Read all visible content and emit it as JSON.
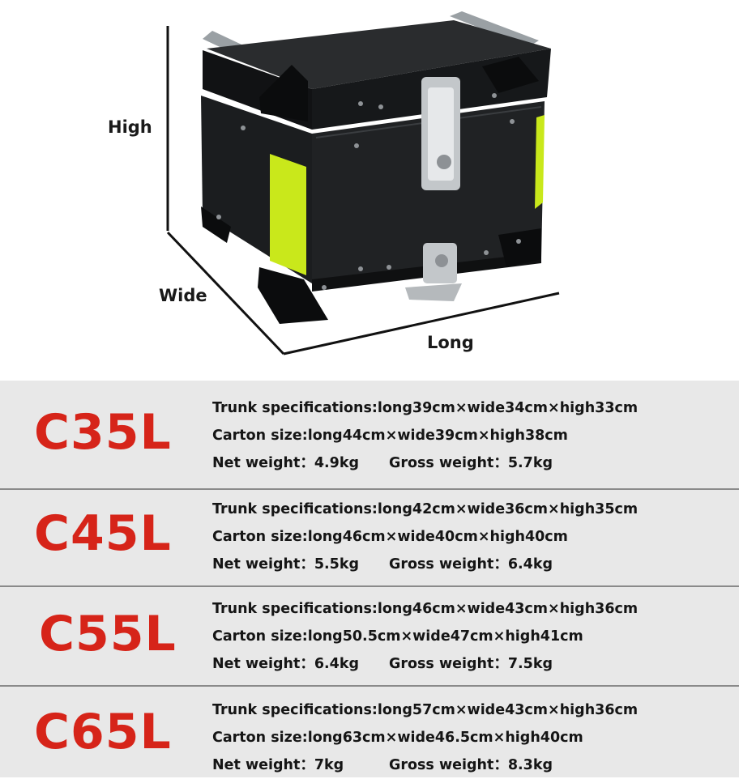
{
  "dimension_labels": {
    "high": "High",
    "wide": "Wide",
    "long": "Long"
  },
  "colors": {
    "model_red": "#d62419",
    "reflector_green": "#c9e81b",
    "panel_gray": "#e8e8e8"
  },
  "specs": [
    {
      "model": "C35L",
      "trunk": "Trunk specifications:long39cm×wide34cm×high33cm",
      "carton": "Carton size:long44cm×wide39cm×high38cm",
      "net": "Net weight：4.9kg",
      "gross": "Gross weight：5.7kg"
    },
    {
      "model": "C45L",
      "trunk": "Trunk specifications:long42cm×wide36cm×high35cm",
      "carton": "Carton size:long46cm×wide40cm×high40cm",
      "net": "Net weight：5.5kg",
      "gross": "Gross weight：6.4kg"
    },
    {
      "model": "C55L",
      "trunk": "Trunk specifications:long46cm×wide43cm×high36cm",
      "carton": "Carton size:long50.5cm×wide47cm×high41cm",
      "net": "Net weight：6.4kg",
      "gross": "Gross weight：7.5kg"
    },
    {
      "model": "C65L",
      "trunk": "Trunk specifications:long57cm×wide43cm×high36cm",
      "carton": "Carton size:long63cm×wide46.5cm×high40cm",
      "net": "Net weight：7kg",
      "gross": "Gross weight：8.3kg"
    }
  ]
}
